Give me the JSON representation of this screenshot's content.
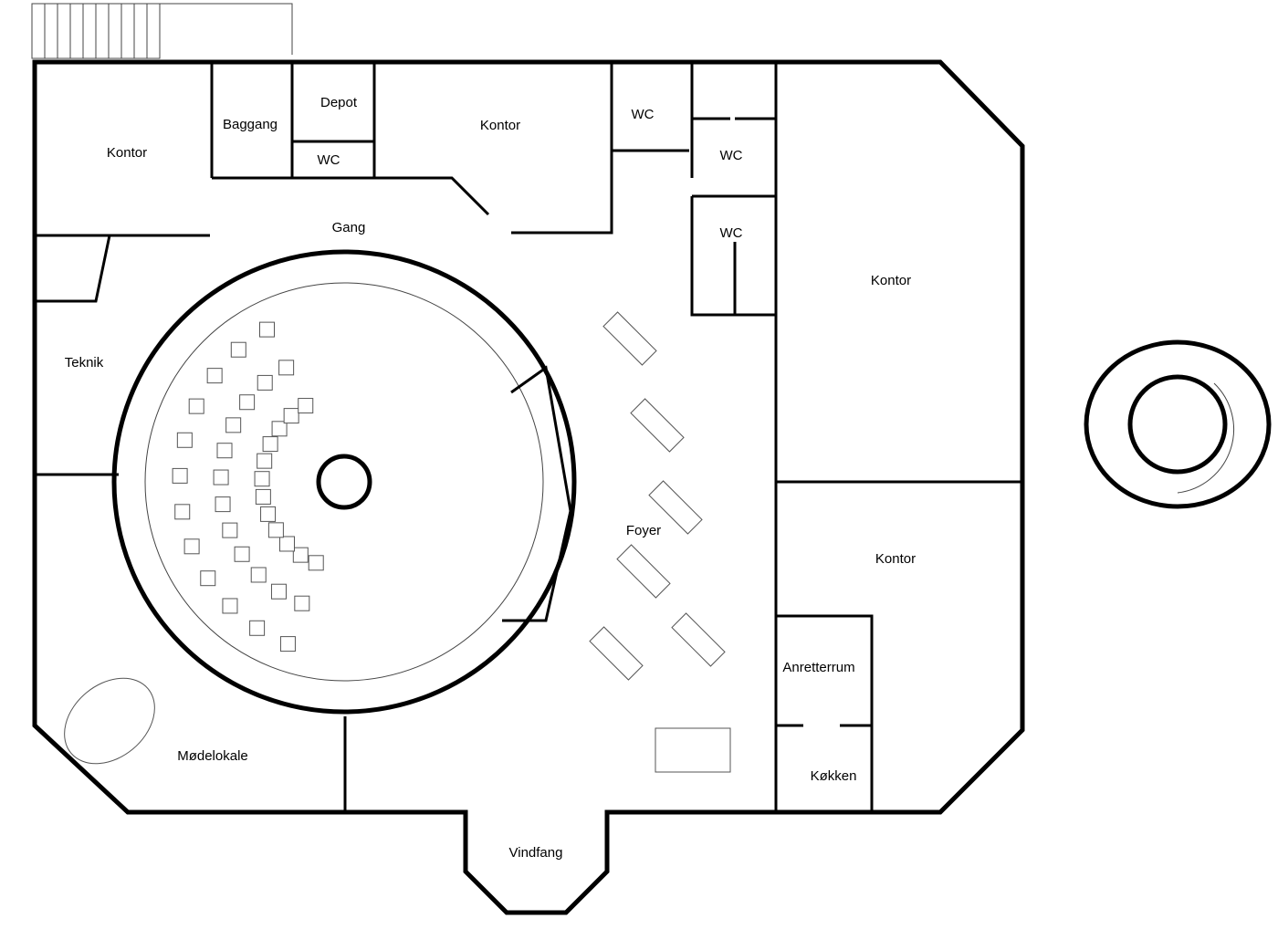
{
  "plan": {
    "rooms": {
      "kontor_nw": "Kontor",
      "baggang": "Baggang",
      "depot": "Depot",
      "wc_small": "WC",
      "kontor_n": "Kontor",
      "wc_1": "WC",
      "wc_2": "WC",
      "wc_3": "WC",
      "gang": "Gang",
      "kontor_e": "Kontor",
      "teknik": "Teknik",
      "foyer": "Foyer",
      "kontor_se": "Kontor",
      "anretterrum": "Anretterrum",
      "kokken": "Køkken",
      "modelokale": "Mødelokale",
      "vindfang": "Vindfang"
    }
  }
}
